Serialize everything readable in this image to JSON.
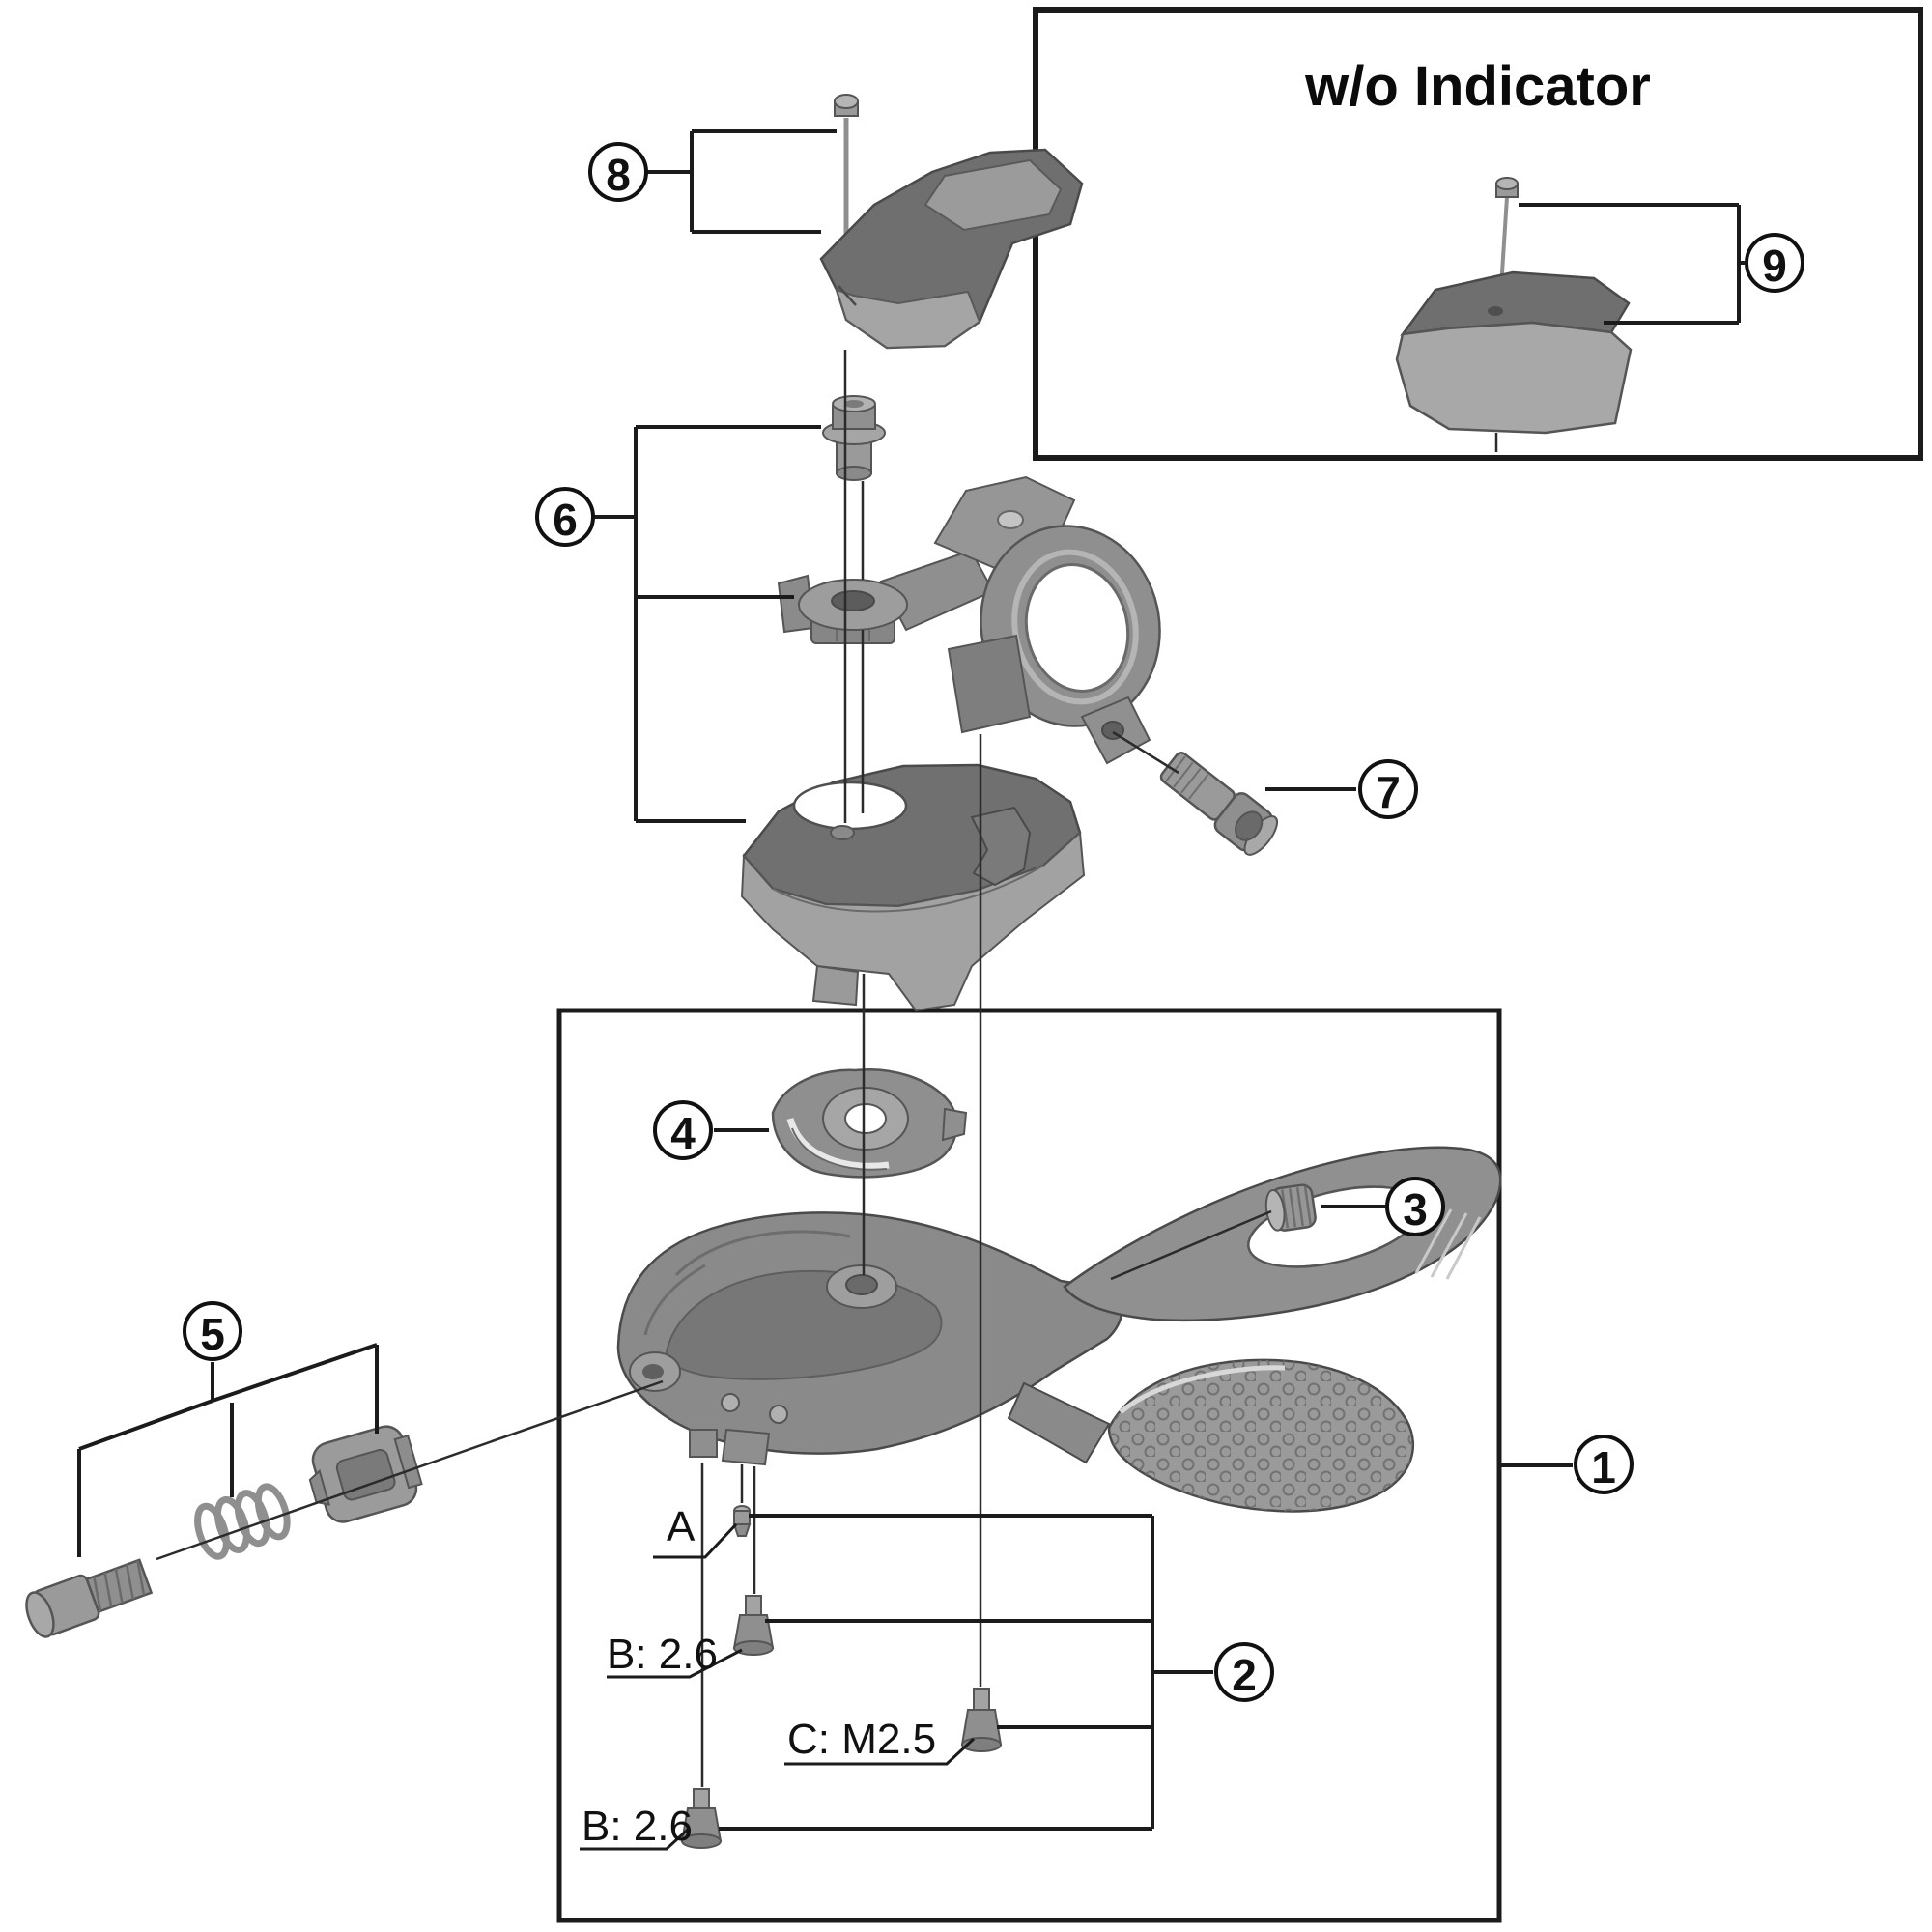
{
  "inset": {
    "title": "w/o Indicator"
  },
  "callouts": {
    "c1": "1",
    "c2": "2",
    "c3": "3",
    "c4": "4",
    "c5": "5",
    "c6": "6",
    "c7": "7",
    "c8": "8",
    "c9": "9"
  },
  "labels": {
    "screw_a": "A",
    "screw_b_upper": "B: 2.6",
    "screw_c": "C: M2.5",
    "screw_b_lower": "B: 2.6"
  },
  "colors": {
    "background": "#ffffff",
    "line": "#1b1b1b",
    "part_dark": "#6f6f6f",
    "part_mid": "#8f8f8f",
    "part_light": "#b9b9b9"
  }
}
